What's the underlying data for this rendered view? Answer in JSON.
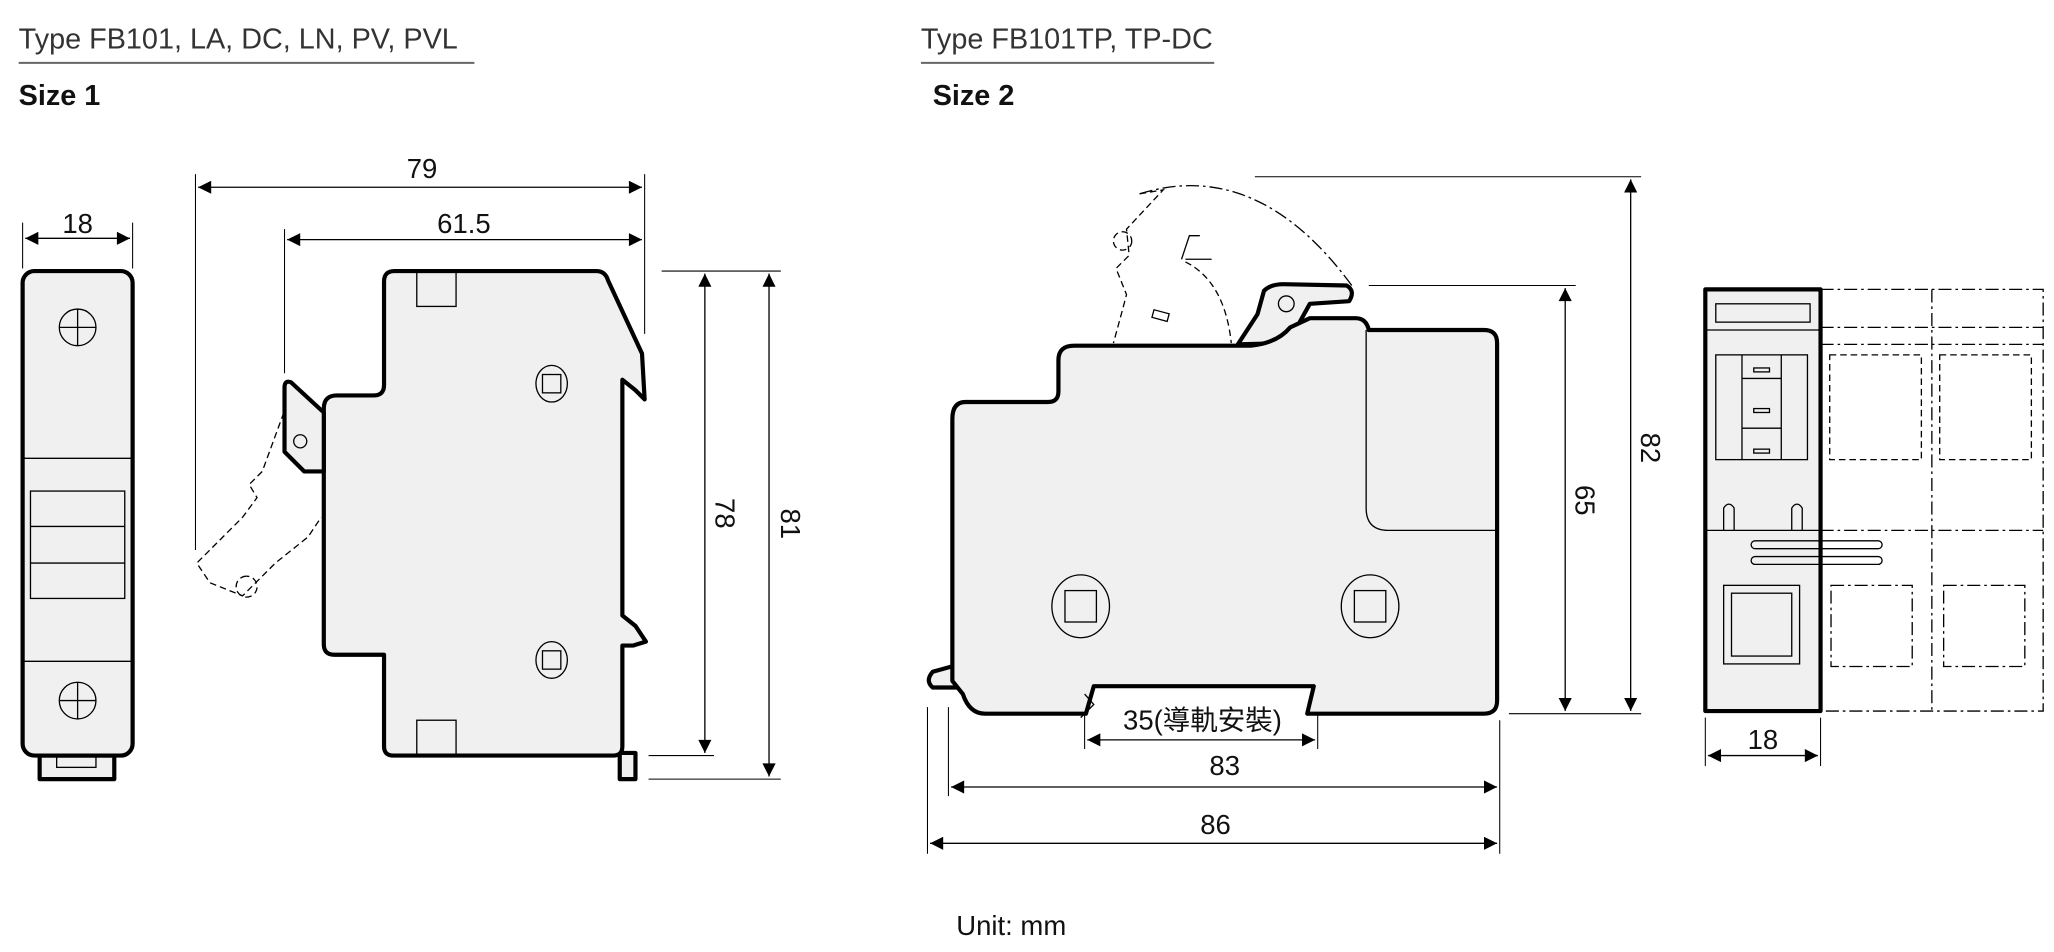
{
  "left": {
    "type_label": "Type FB101, LA, DC, LN, PV, PVL",
    "size_label": "Size 1",
    "dimensions": {
      "width_front": "18",
      "overall_depth": "79",
      "body_depth": "61.5",
      "body_height": "78",
      "overall_height": "81"
    }
  },
  "right": {
    "type_label": "Type FB101TP, TP-DC",
    "size_label": "Size 2",
    "dimensions": {
      "rail": "35(導軌安裝)",
      "body_depth": "83",
      "overall_depth": "86",
      "body_height": "65",
      "overall_height": "82",
      "width_front": "18"
    }
  },
  "unit_label": "Unit: mm"
}
